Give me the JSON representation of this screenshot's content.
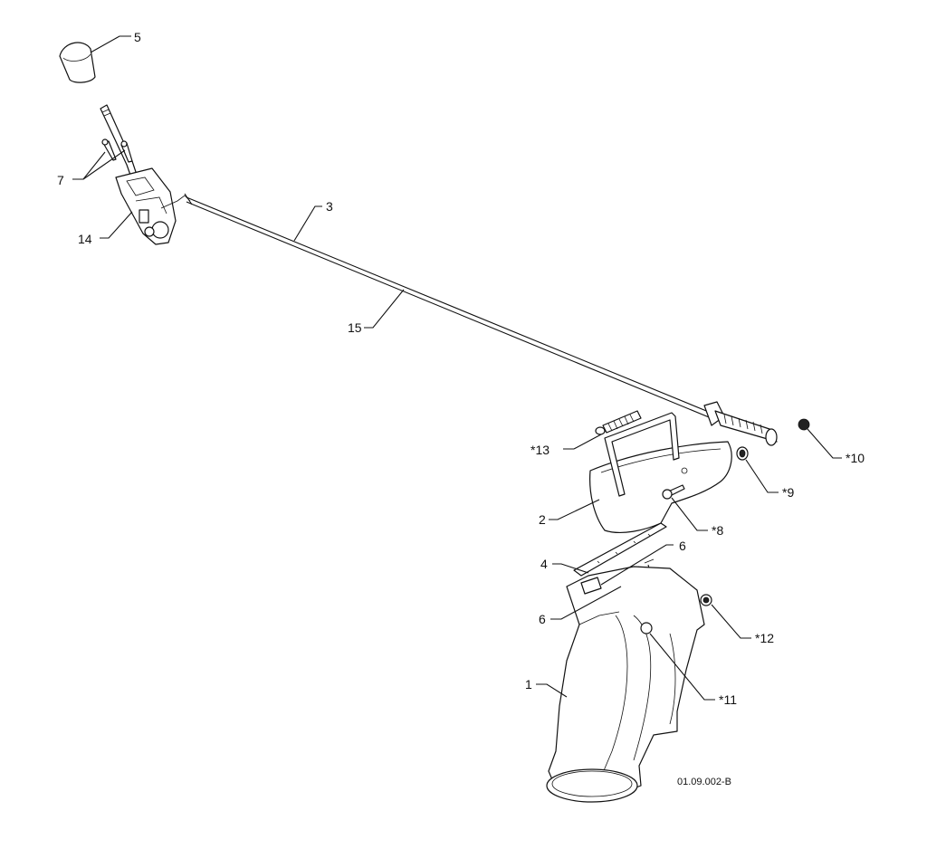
{
  "diagram": {
    "drawing_code": "01.09.002-B",
    "callouts": [
      {
        "id": "5",
        "label": "5"
      },
      {
        "id": "7",
        "label": "7"
      },
      {
        "id": "14",
        "label": "14"
      },
      {
        "id": "3",
        "label": "3"
      },
      {
        "id": "15",
        "label": "15"
      },
      {
        "id": "13",
        "label": "*13"
      },
      {
        "id": "10",
        "label": "*10"
      },
      {
        "id": "9",
        "label": "*9"
      },
      {
        "id": "2",
        "label": "2"
      },
      {
        "id": "8",
        "label": "*8"
      },
      {
        "id": "4",
        "label": "4"
      },
      {
        "id": "6a",
        "label": "6"
      },
      {
        "id": "6b",
        "label": "6"
      },
      {
        "id": "12",
        "label": "*12"
      },
      {
        "id": "1",
        "label": "1"
      },
      {
        "id": "11",
        "label": "*11"
      }
    ]
  },
  "colors": {
    "line": "#111111",
    "background": "#ffffff"
  }
}
